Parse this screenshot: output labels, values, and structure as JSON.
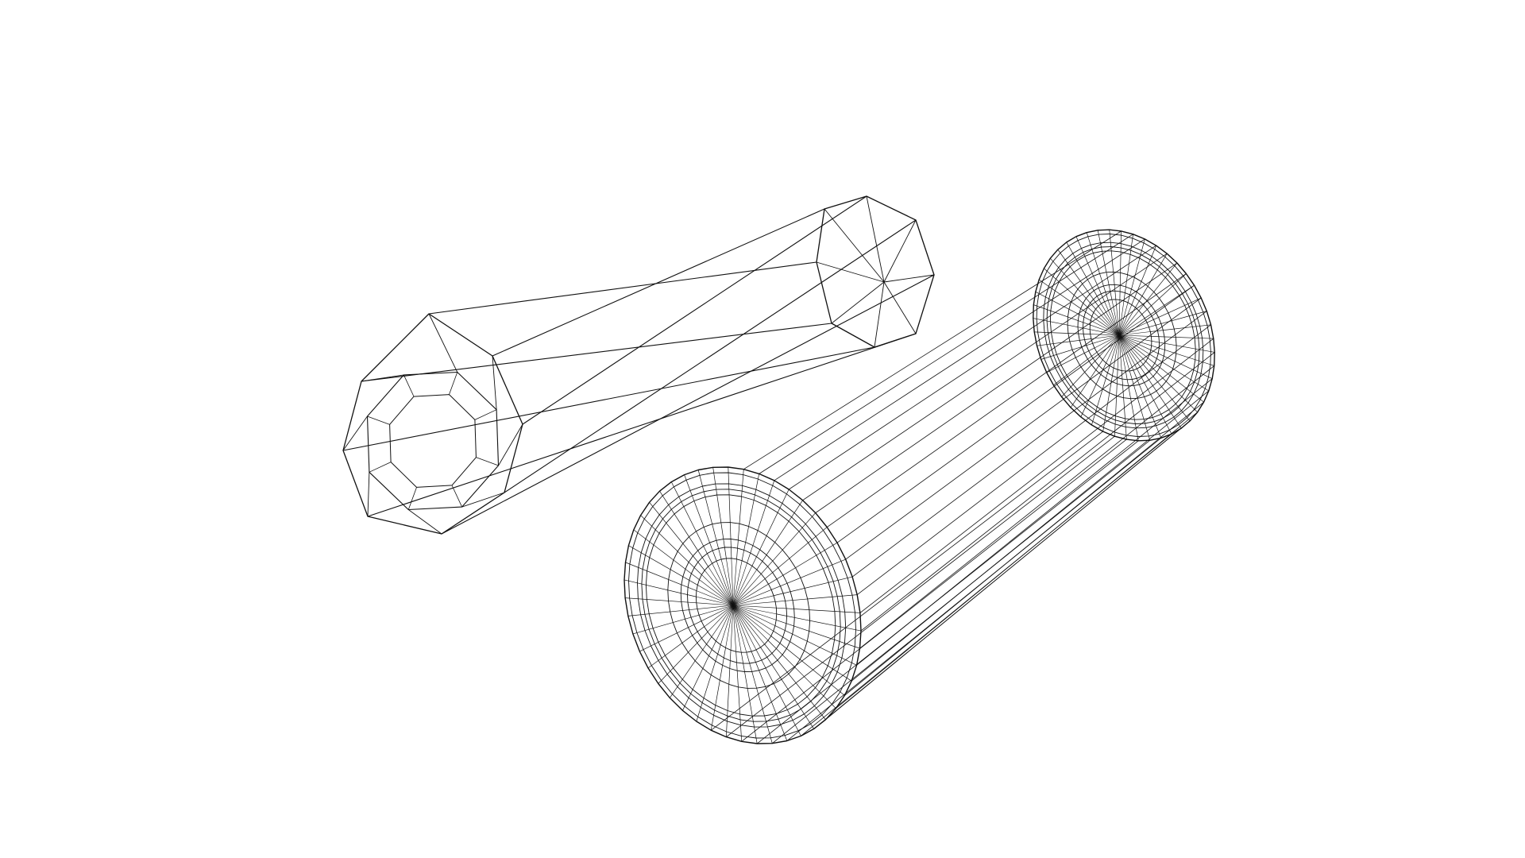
{
  "scene": {
    "background_color": "#ffffff",
    "line_color": "#111111",
    "objects": [
      {
        "id": "octagonal-prism",
        "kind": "wireframe-octagonal-prism",
        "sides": 8,
        "has_hollow_end": true
      },
      {
        "id": "tube",
        "kind": "wireframe-hollow-cylinder",
        "segments": 48,
        "rings": [
          1.0,
          0.96,
          0.88,
          0.84,
          0.8,
          0.6,
          0.48,
          0.42,
          0.34
        ]
      }
    ]
  }
}
